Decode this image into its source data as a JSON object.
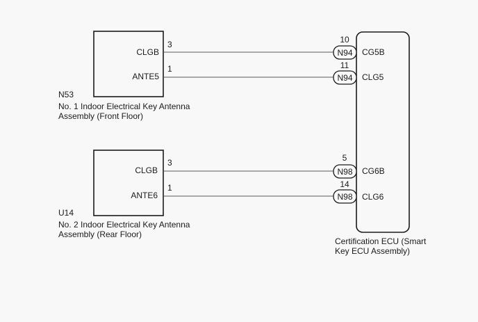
{
  "components": {
    "n53": {
      "code": "N53",
      "name_line1": "No. 1 Indoor Electrical Key Antenna",
      "name_line2": "Assembly (Front Floor)",
      "pins": [
        {
          "label": "CLGB",
          "number": "3"
        },
        {
          "label": "ANTE5",
          "number": "1"
        }
      ]
    },
    "u14": {
      "code": "U14",
      "name_line1": "No. 2 Indoor Electrical Key Antenna",
      "name_line2": "Assembly (Rear Floor)",
      "pins": [
        {
          "label": "CLGB",
          "number": "3"
        },
        {
          "label": "ANTE6",
          "number": "1"
        }
      ]
    },
    "ecu": {
      "name_line1": "Certification ECU (Smart",
      "name_line2": "Key ECU Assembly)",
      "pins": [
        {
          "label": "CG5B",
          "number": "10",
          "connector": "N94"
        },
        {
          "label": "CLG5",
          "number": "11",
          "connector": "N94"
        },
        {
          "label": "CG6B",
          "number": "5",
          "connector": "N98"
        },
        {
          "label": "CLG6",
          "number": "14",
          "connector": "N98"
        }
      ]
    }
  }
}
